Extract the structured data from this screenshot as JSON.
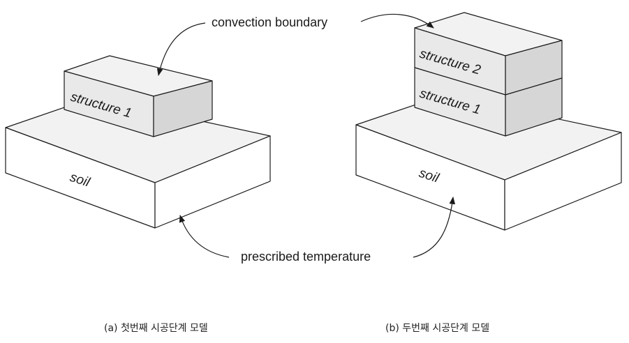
{
  "labels": {
    "convection": "convection boundary",
    "prescribed": "prescribed temperature"
  },
  "model_a": {
    "structure_1": "structure 1",
    "soil": "soil",
    "caption": "(a) 첫번째 시공단계 모델"
  },
  "model_b": {
    "structure_2": "structure 2",
    "structure_1": "structure 1",
    "soil": "soil",
    "caption": "(b) 두번째 시공단계 모델"
  }
}
